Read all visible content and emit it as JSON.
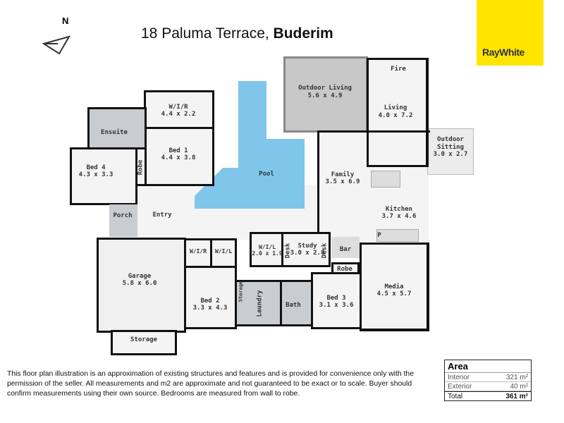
{
  "header": {
    "address": "18 Paluma Terrace, ",
    "suburb": "Buderim",
    "compass": "N",
    "brand": "RayWhite"
  },
  "rooms": {
    "wir_top": "W/I/R",
    "wir_top_dim": "4.4 x 2.2",
    "bed1": "Bed 1",
    "bed1_dim": "4.4 x 3.8",
    "ensuite": "Ensuite",
    "bed4": "Bed 4",
    "bed4_dim": "4.3 x 3.3",
    "robe1": "Robe",
    "pool": "Pool",
    "porch": "Porch",
    "entry": "Entry",
    "outdoor_living": "Outdoor Living",
    "outdoor_living_dim": "5.6 x 4.9",
    "fire": "Fire",
    "living": "Living",
    "living_dim": "4.0 x 7.2",
    "outdoor_sitting": "Outdoor",
    "outdoor_sitting2": "Sitting",
    "outdoor_sitting_dim": "3.0 x 2.7",
    "family": "Family",
    "family_dim": "3.5 x 6.9",
    "kitchen": "Kitchen",
    "kitchen_dim": "3.7 x 4.6",
    "pantry": "P",
    "garage": "Garage",
    "garage_dim": "5.8 x 6.0",
    "storage": "Storage",
    "wir2": "W/I/R",
    "wil2": "W/I/L",
    "wil3": "W/I/L",
    "wil3_dim": "2.0 x 1.9",
    "desk1": "Desk",
    "study": "Study",
    "study_dim": "3.0 x 2.8",
    "desk2": "Desk",
    "bar": "Bar",
    "robe3": "Robe",
    "media": "Media",
    "media_dim": "4.5 x 5.7",
    "bed2": "Bed 2",
    "bed2_dim": "3.3 x 4.3",
    "storage2": "Storage",
    "laundry": "Laundry",
    "bath": "Bath",
    "bed3": "Bed 3",
    "bed3_dim": "3.1 x 3.6"
  },
  "disclaimer": "This floor plan illustration is an approximation of existing structures and features and is provided for convenience only with the permission of the seller. All measurements and m2 are approximate and not guaranteed to be exact or to scale. Buyer should confirm measurements using their own source. Bedrooms are measured from wall to robe.",
  "area": {
    "title": "Area",
    "rows": [
      {
        "label": "Interior",
        "value": "321 m²"
      },
      {
        "label": "Exterior",
        "value": "40 m²"
      },
      {
        "label": "Total",
        "value": "361 m²"
      }
    ]
  },
  "colors": {
    "pool": "#7fc6ea",
    "brand": "#ffe500",
    "wet": "#c9ccd0"
  }
}
